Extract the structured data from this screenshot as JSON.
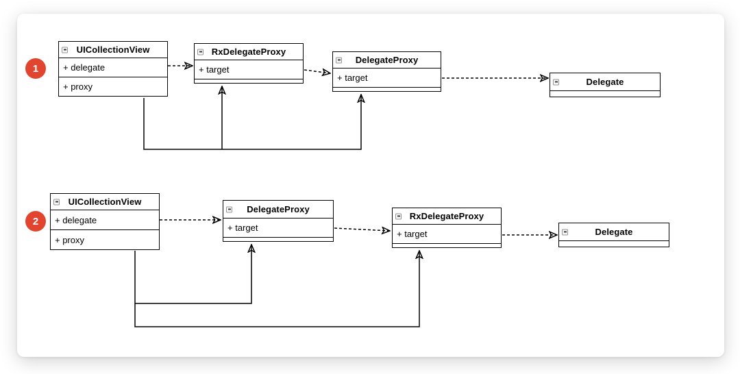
{
  "colors": {
    "badge": "#e2452f",
    "card": "#ffffff",
    "line": "#000000",
    "box_fill": "#ffffff"
  },
  "diagrams": [
    {
      "badge": "1",
      "boxes": [
        {
          "title": "UICollectionView",
          "fields": [
            "+ delegate",
            "+ proxy"
          ]
        },
        {
          "title": "RxDelegateProxy",
          "fields": [
            "+ target"
          ]
        },
        {
          "title": "DelegateProxy",
          "fields": [
            "+ target"
          ]
        },
        {
          "title": "Delegate",
          "fields": []
        }
      ],
      "edges": [
        {
          "from": "UICollectionView.delegate",
          "to": "RxDelegateProxy",
          "style": "dashed-arrow"
        },
        {
          "from": "RxDelegateProxy.target",
          "to": "DelegateProxy",
          "style": "dashed-arrow"
        },
        {
          "from": "DelegateProxy.target",
          "to": "Delegate",
          "style": "dashed-arrow"
        },
        {
          "from": "UICollectionView.proxy",
          "to": "RxDelegateProxy",
          "style": "solid-arrow"
        },
        {
          "from": "UICollectionView.proxy",
          "to": "DelegateProxy",
          "style": "solid-arrow"
        }
      ]
    },
    {
      "badge": "2",
      "boxes": [
        {
          "title": "UICollectionView",
          "fields": [
            "+ delegate",
            "+ proxy"
          ]
        },
        {
          "title": "DelegateProxy",
          "fields": [
            "+ target"
          ]
        },
        {
          "title": "RxDelegateProxy",
          "fields": [
            "+ target"
          ]
        },
        {
          "title": "Delegate",
          "fields": []
        }
      ],
      "edges": [
        {
          "from": "UICollectionView.delegate",
          "to": "DelegateProxy",
          "style": "dashed-arrow"
        },
        {
          "from": "DelegateProxy.target",
          "to": "RxDelegateProxy",
          "style": "dashed-arrow"
        },
        {
          "from": "RxDelegateProxy.target",
          "to": "Delegate",
          "style": "dashed-arrow"
        },
        {
          "from": "UICollectionView.proxy",
          "to": "DelegateProxy",
          "style": "solid-arrow"
        },
        {
          "from": "UICollectionView.proxy",
          "to": "RxDelegateProxy",
          "style": "solid-arrow"
        }
      ]
    }
  ]
}
